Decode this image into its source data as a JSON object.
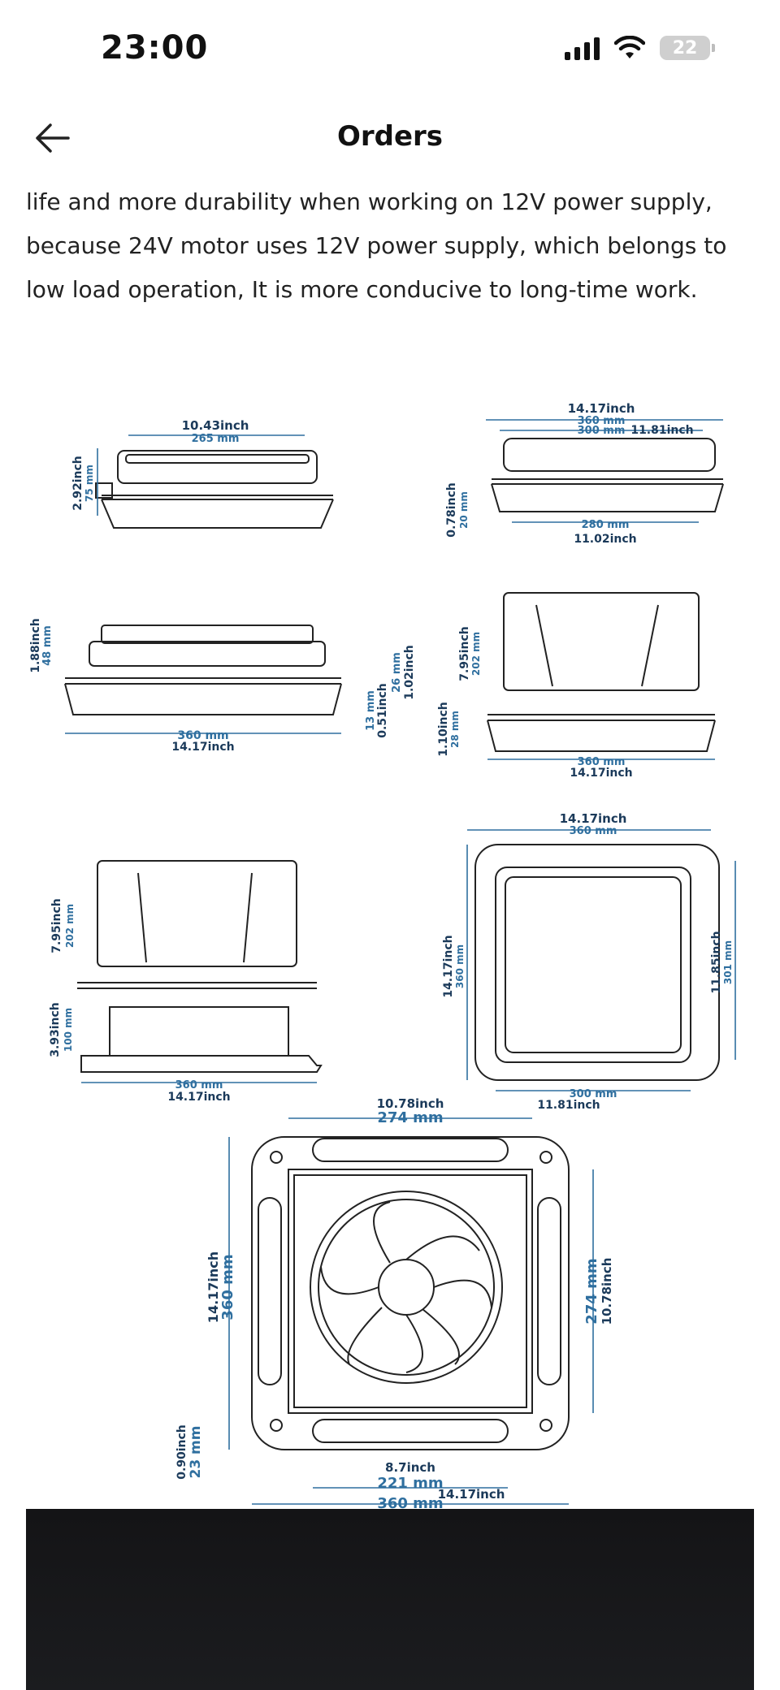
{
  "status": {
    "time": "23:00",
    "battery": "22"
  },
  "nav": {
    "title": "Orders"
  },
  "body": {
    "lines": [
      "life and more durability when working on 12V power supply,",
      "because 24V motor uses 12V power supply, which belongs to",
      "low load operation, It is more conducive to long-time work."
    ]
  },
  "diagram": {
    "d1": {
      "w_in": "10.43inch",
      "w_mm": "265 mm",
      "h_in": "2.92inch",
      "h_mm": "75 mm"
    },
    "d2": {
      "w_in": "14.17inch",
      "w_mm": "360 mm",
      "w2_mm": "300 mm",
      "w2_in": "11.81inch",
      "h_in": "0.78inch",
      "h_mm": "20 mm",
      "b_mm": "280 mm",
      "b_in": "11.02inch"
    },
    "d3": {
      "h_in": "1.88inch",
      "h_mm": "48 mm",
      "r1_mm": "26 mm",
      "r1_in": "1.02inch",
      "r2_mm": "13 mm",
      "r2_in": "0.51inch",
      "b_mm": "360 mm",
      "b_in": "14.17inch"
    },
    "d4": {
      "h_in": "7.95inch",
      "h_mm": "202 mm",
      "s_in": "1.10inch",
      "s_mm": "28 mm",
      "b_mm": "360 mm",
      "b_in": "14.17inch"
    },
    "d5": {
      "h_in": "7.95inch",
      "h_mm": "202 mm",
      "s_in": "3.93inch",
      "s_mm": "100 mm",
      "b_mm": "360 mm",
      "b_in": "14.17inch"
    },
    "d6": {
      "t_in": "14.17inch",
      "t_mm": "360 mm",
      "l_in": "14.17inch",
      "l_mm": "360 mm",
      "r_in": "11.85inch",
      "r_mm": "301 mm",
      "b_mm": "300 mm",
      "b_in": "11.81inch"
    },
    "d7": {
      "t_in": "10.78inch",
      "t_mm": "274 mm",
      "l_in": "14.17inch",
      "l_mm": "360 mm",
      "r_mm": "274 mm",
      "r_in": "10.78inch",
      "s_in": "0.90inch",
      "s_mm": "23 mm",
      "b1_in": "8.7inch",
      "b1_mm": "221 mm",
      "b2_mm": "360 mm",
      "b2_in": "14.17inch"
    }
  }
}
